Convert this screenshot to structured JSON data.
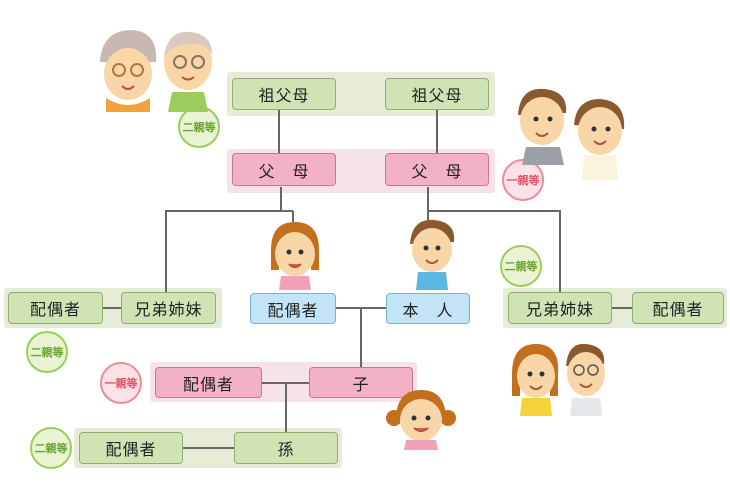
{
  "grandparents": {
    "left": "祖父母",
    "right": "祖父母"
  },
  "parents": {
    "left": "父　母",
    "right": "父　母"
  },
  "self": "本　人",
  "spouse": "配偶者",
  "siblings_left": {
    "spouse": "配偶者",
    "sibling": "兄弟姉妹"
  },
  "siblings_right": {
    "sibling": "兄弟姉妹",
    "spouse": "配偶者"
  },
  "child": {
    "spouse": "配偶者",
    "child": "子"
  },
  "grandchild": {
    "spouse": "配偶者",
    "grandchild": "孫"
  },
  "badges": {
    "grandparents": "二親等",
    "parents": "一親等",
    "siblings_left": "二親等",
    "siblings_right": "二親等",
    "child": "一親等",
    "grandchild": "二親等"
  },
  "colors": {
    "green": "#cfe3b4",
    "pink": "#f2b1c5",
    "blue": "#c3e3f6",
    "line": "#666666"
  }
}
